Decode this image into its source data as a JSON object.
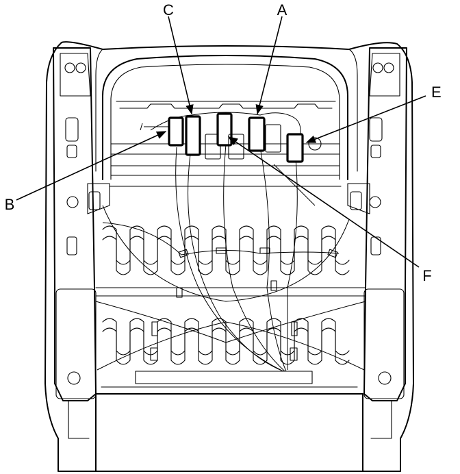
{
  "figure": {
    "subject": "seat-frame-connector-locations",
    "callouts": [
      {
        "id": "A",
        "label": "A"
      },
      {
        "id": "B",
        "label": "B"
      },
      {
        "id": "C",
        "label": "C"
      },
      {
        "id": "E",
        "label": "E"
      },
      {
        "id": "F",
        "label": "F"
      }
    ]
  }
}
